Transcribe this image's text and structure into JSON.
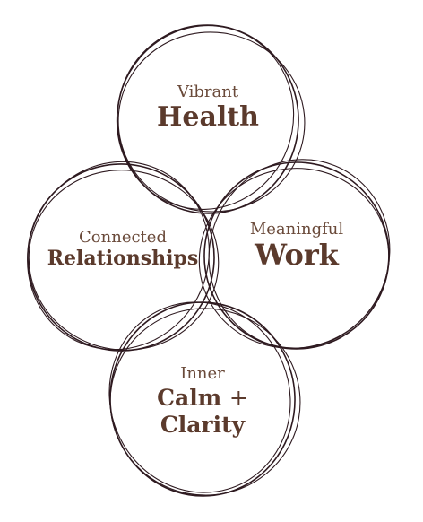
{
  "colors": {
    "ring_stroke": "#2e1a20",
    "label_text": "#5b3a2c"
  },
  "circles": [
    {
      "name": "health",
      "subtitle": "Vibrant",
      "title": "Health"
    },
    {
      "name": "relationships",
      "subtitle": "Connected",
      "title": "Relationships"
    },
    {
      "name": "work",
      "subtitle": "Meaningful",
      "title": "Work"
    },
    {
      "name": "calm-clarity",
      "subtitle": "Inner",
      "title_line1": "Calm",
      "title_plus": "+",
      "title_line2": "Clarity"
    }
  ]
}
